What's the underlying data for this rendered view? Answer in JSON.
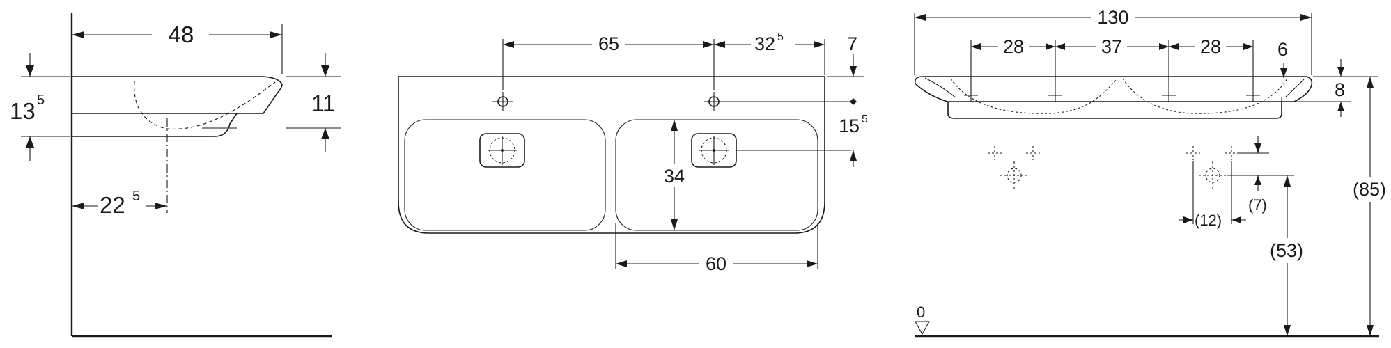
{
  "side_view": {
    "width": "48",
    "total_height_main": "13",
    "total_height_sup": "5",
    "rim_height": "11",
    "drain_offset_main": "22",
    "drain_offset_sup": "5"
  },
  "top_view": {
    "tap_spacing": "65",
    "tap_to_edge_main": "32",
    "tap_to_edge_sup": "5",
    "tap_to_back": "7",
    "tap_to_bowl_main": "15",
    "tap_to_bowl_sup": "5",
    "bowl_depth": "34",
    "bowl_width": "60"
  },
  "front_view": {
    "overall_width": "130",
    "bowl_left": "28",
    "bowl_gap": "37",
    "bowl_right": "28",
    "tap_drop": "6",
    "rim_thickness": "8",
    "install_height": "(85)",
    "drain_height": "(53)",
    "drain_offset": "(7)",
    "drain_spacing": "(12)",
    "floor_level": "0"
  }
}
